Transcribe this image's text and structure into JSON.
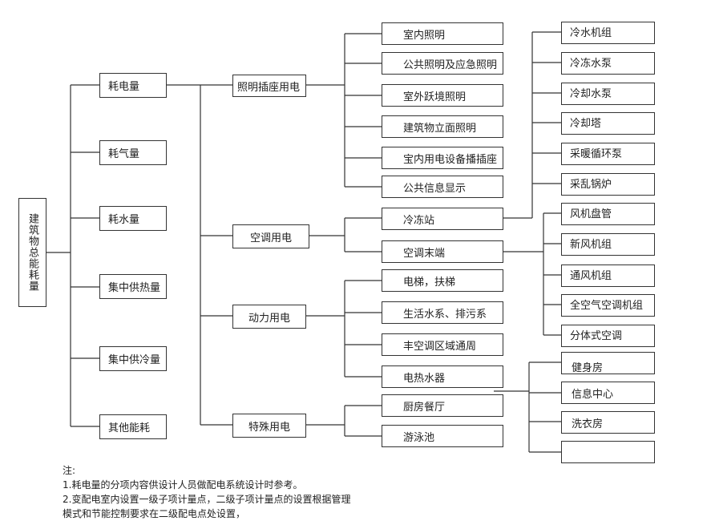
{
  "root": "建筑物总能耗量",
  "level1": {
    "electric": "耗电量",
    "gas": "耗气量",
    "water": "耗水量",
    "central_heat": "集中供热量",
    "central_cool": "集中供冷量",
    "other": "其他能耗"
  },
  "level2": {
    "lighting": "照明插座用电",
    "ac": "空调用电",
    "power": "动力用电",
    "special": "特殊用电"
  },
  "lighting_items": [
    "室内照明",
    "公共照明及应急照明",
    "室外跃境照明",
    "建筑物立面照明",
    "宝内用电设备播插座",
    "公共信息显示"
  ],
  "ac_items": [
    "冷冻站",
    "空调末端"
  ],
  "power_items": [
    "电梯，扶梯",
    "生活水系、排污系",
    "丰空调区域通周",
    "电热水器"
  ],
  "special_items": [
    "厨房餐厅",
    "游泳池"
  ],
  "cold_station_items": [
    "冷水机组",
    "冷冻水泵",
    "冷却水泵",
    "冷却塔",
    "采暖循环泵",
    "采乱锅炉"
  ],
  "ac_terminal_items": [
    "风机盘管",
    "新风机组",
    "通风机组",
    "全空气空调机组",
    "分体式空调"
  ],
  "special_sub_items": [
    "健身房",
    "信息中心",
    "洗衣房",
    ""
  ],
  "notes": {
    "title": "注:",
    "line1": "1.耗电量的分项内容供设计人员做配电系统设计时参考。",
    "line2": "2.变配电室内设置一级子项计量点，二级子项计量点的设置根据管理",
    "line3": "模式和节能控制要求在二级配电点处设置，"
  }
}
